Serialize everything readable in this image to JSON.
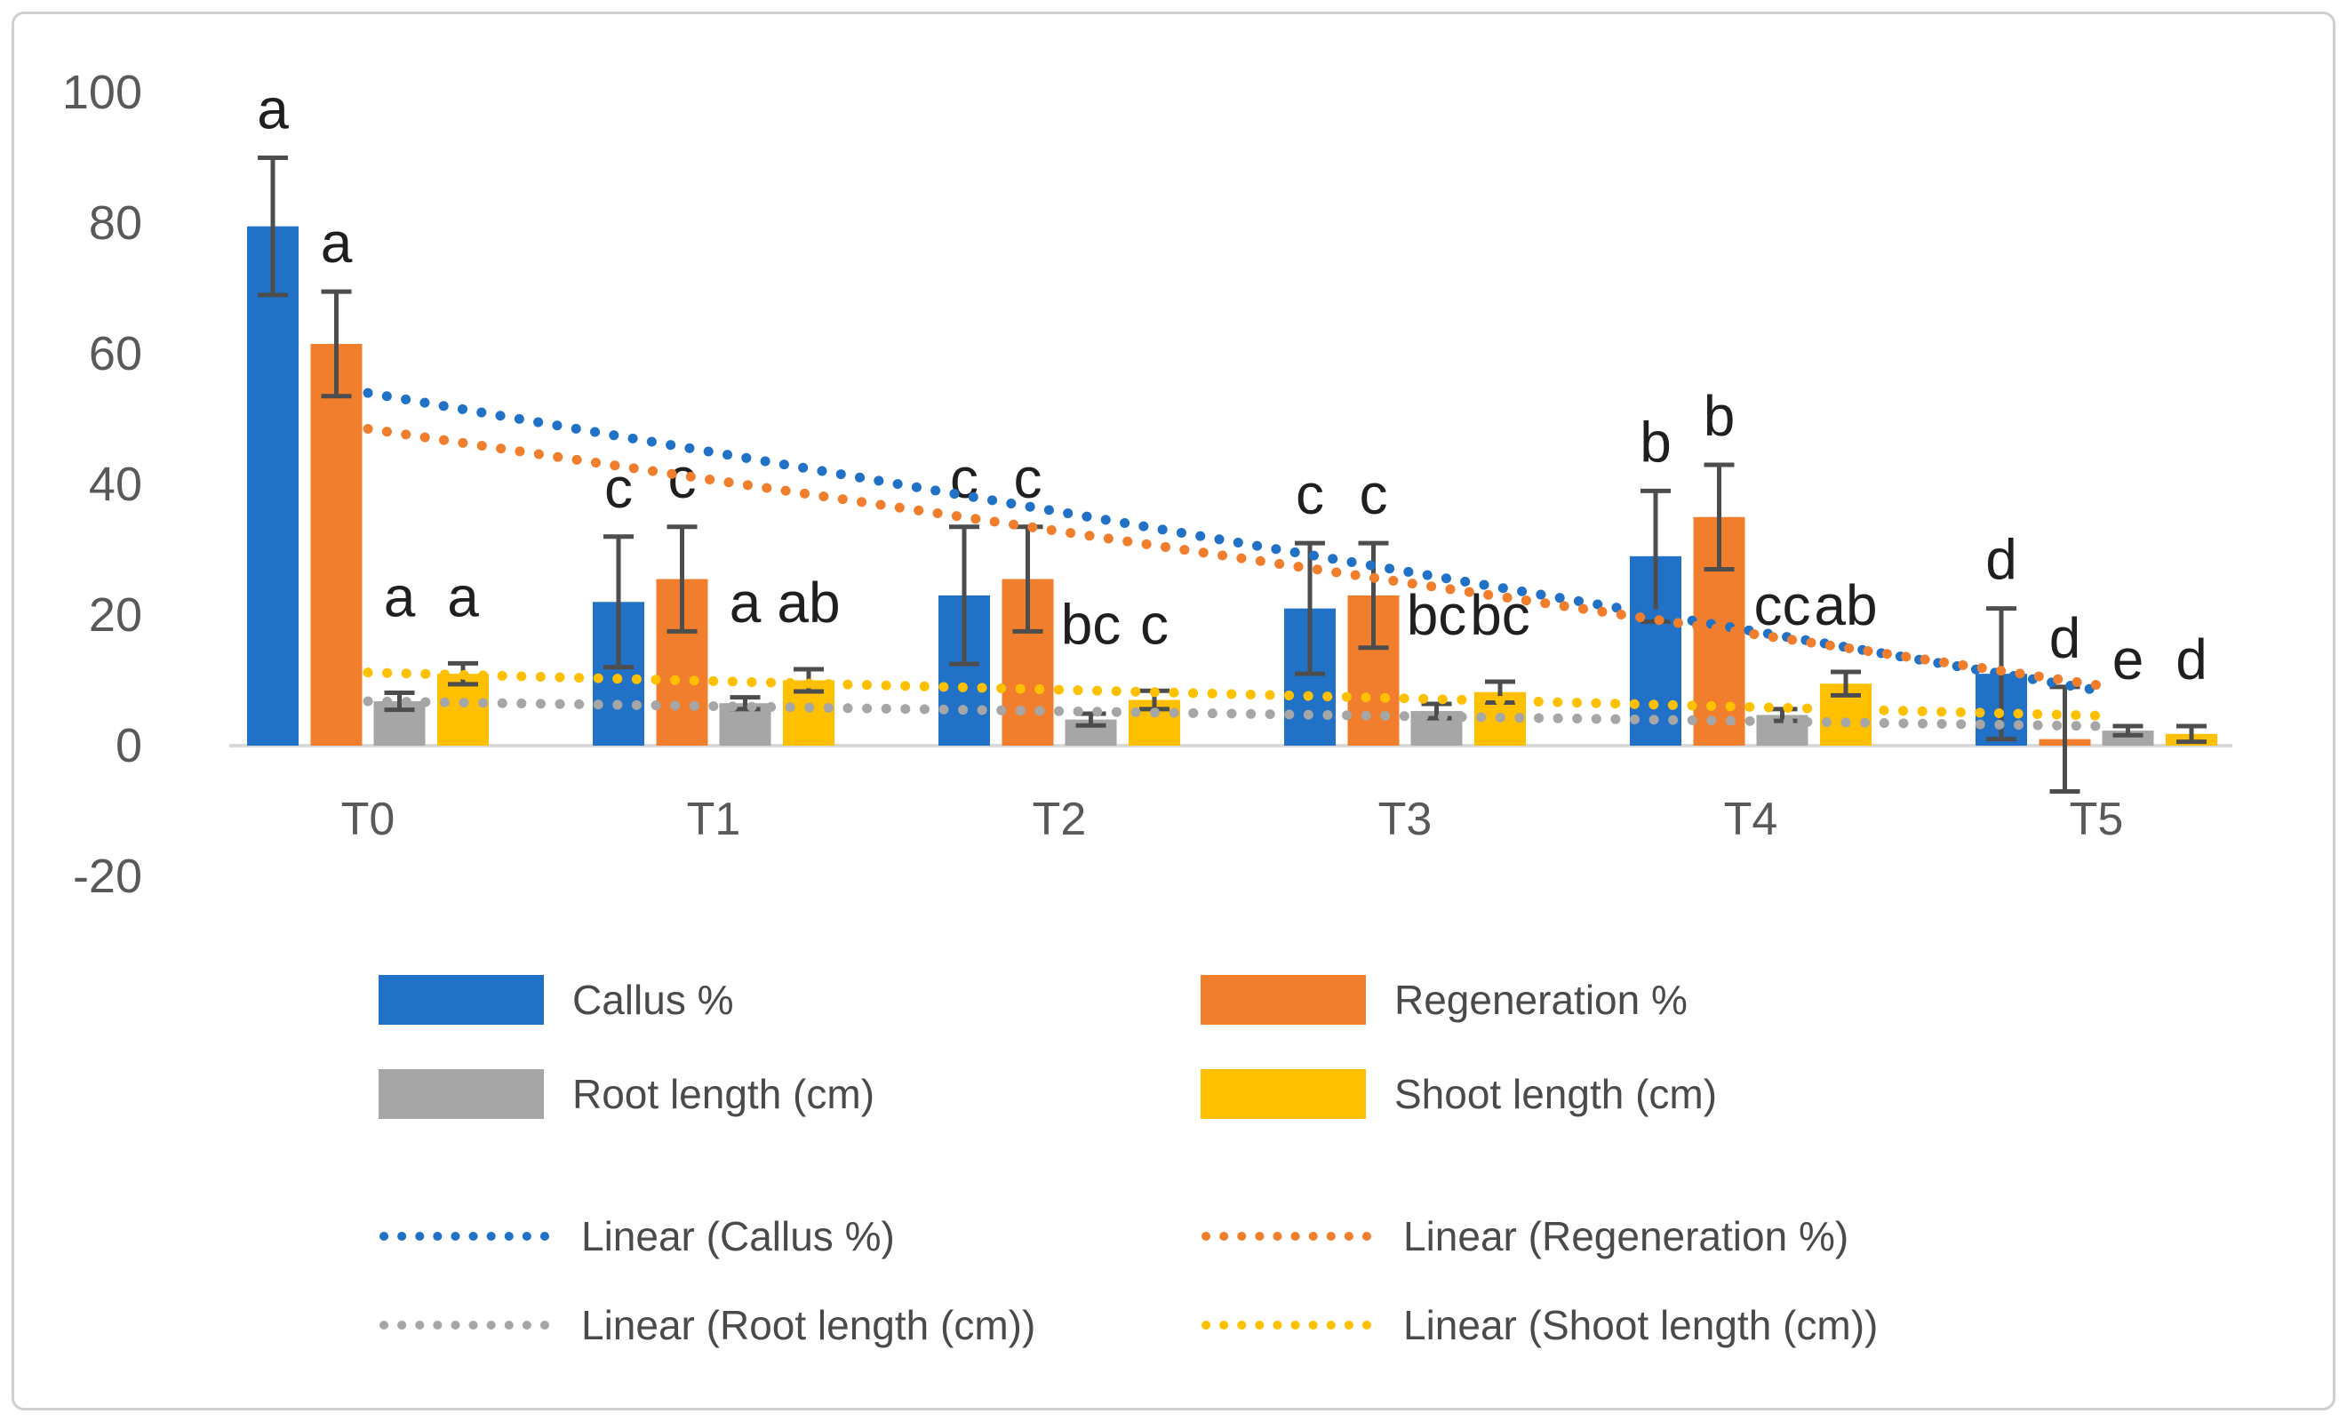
{
  "chart_data": {
    "type": "bar",
    "title": "",
    "xlabel": "",
    "ylabel": "",
    "categories": [
      "T0",
      "T1",
      "T2",
      "T3",
      "T4",
      "T5"
    ],
    "y_ticks": [
      100,
      80,
      60,
      40,
      20,
      0,
      -20
    ],
    "ylim": [
      -20,
      100
    ],
    "grid": false,
    "legend_position": "bottom",
    "series": [
      {
        "name": "Callus %",
        "color": "#2171c7",
        "values": [
          79.5,
          22,
          23,
          21,
          29,
          11
        ],
        "errors": [
          10.5,
          10,
          10.5,
          10,
          10,
          10
        ],
        "letters": [
          "a",
          "c",
          "c",
          "c",
          "b",
          "d"
        ]
      },
      {
        "name": "Regeneration %",
        "color": "#f07e2c",
        "values": [
          61.5,
          25.5,
          25.5,
          23,
          35,
          1
        ],
        "errors": [
          8,
          8,
          8,
          8,
          8,
          8
        ],
        "letters": [
          "a",
          "c",
          "c",
          "c",
          "b",
          "d"
        ]
      },
      {
        "name": "Root length (cm)",
        "color": "#a6a6a6",
        "values": [
          6.8,
          6.5,
          4,
          5.3,
          4.7,
          2.3
        ],
        "errors": [
          1.3,
          0.9,
          0.9,
          1.1,
          0.9,
          0.7
        ],
        "letters": [
          "a",
          "a",
          "bc",
          "bc",
          "cc",
          "e"
        ]
      },
      {
        "name": "Shoot length (cm)",
        "color": "#ffc000",
        "values": [
          11,
          10,
          7,
          8.2,
          9.5,
          1.8
        ],
        "errors": [
          1.6,
          1.7,
          1.4,
          1.6,
          1.8,
          1.2
        ],
        "letters": [
          "a",
          "ab",
          "c",
          "bc",
          "ab",
          "d"
        ]
      }
    ],
    "trendlines": [
      {
        "name": "Linear (Callus %)",
        "color": "#2171c7",
        "start": 54,
        "end": 8.5
      },
      {
        "name": "Linear (Regeneration %)",
        "color": "#f07e2c",
        "start": 48.5,
        "end": 9.3
      },
      {
        "name": "Linear (Root length (cm))",
        "color": "#a6a6a6",
        "start": 6.8,
        "end": 3.0
      },
      {
        "name": "Linear (Shoot length (cm))",
        "color": "#ffc000",
        "start": 11.2,
        "end": 4.6
      }
    ]
  },
  "legend": {
    "items": [
      {
        "label": "Callus %",
        "color": "#2171c7",
        "kind": "fill"
      },
      {
        "label": "Regeneration %",
        "color": "#f07e2c",
        "kind": "fill"
      },
      {
        "label": "Root length (cm)",
        "color": "#a6a6a6",
        "kind": "fill"
      },
      {
        "label": "Shoot length (cm)",
        "color": "#ffc000",
        "kind": "fill"
      },
      {
        "label": "Linear (Callus %)",
        "color": "#2171c7",
        "kind": "dots"
      },
      {
        "label": "Linear (Regeneration %)",
        "color": "#f07e2c",
        "kind": "dots"
      },
      {
        "label": "Linear (Root length (cm))",
        "color": "#a6a6a6",
        "kind": "dots"
      },
      {
        "label": "Linear (Shoot length (cm))",
        "color": "#ffc000",
        "kind": "dots"
      }
    ]
  },
  "style_colors": {
    "axis_line": "#d9d9d9",
    "tick_text": "#595959",
    "error_bar": "#4d4d4d",
    "letter_text": "#1f1f1f"
  }
}
